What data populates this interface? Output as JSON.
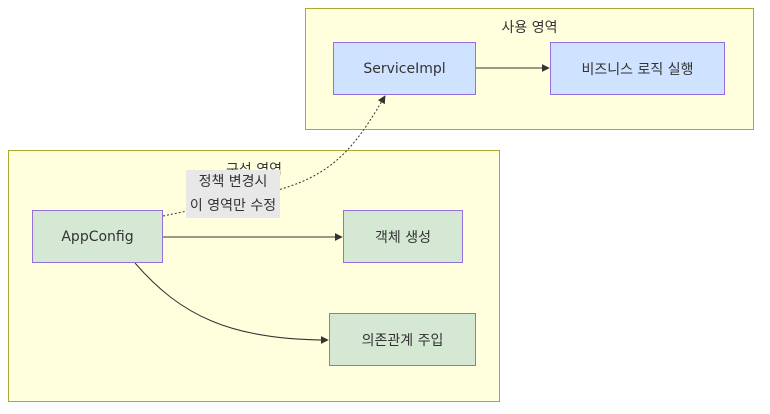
{
  "clusters": {
    "usage": {
      "title": "사용 영역"
    },
    "config": {
      "title": "구성 영역"
    }
  },
  "nodes": {
    "service_impl": "ServiceImpl",
    "business_logic": "비즈니스 로직 실행",
    "app_config": "AppConfig",
    "object_creation": "객체 생성",
    "dependency_injection": "의존관계 주입"
  },
  "edges": {
    "config_to_service": {
      "label_line1": "정책 변경시",
      "label_line2": "이 영역만 수정"
    }
  },
  "colors": {
    "cluster_fill": "#ffffde",
    "cluster_border": "#aaaa33",
    "usage_node_fill": "#cfe2ff",
    "config_node_fill": "#d5e8d4",
    "node_border": "#9370db",
    "edge_stroke": "#333333"
  }
}
